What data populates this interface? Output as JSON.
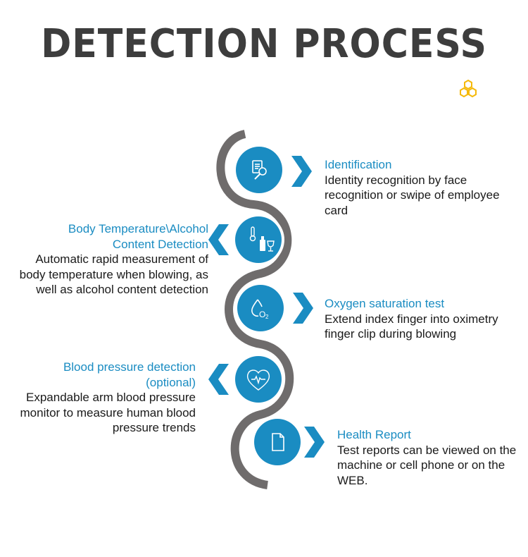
{
  "title": "DETECTION PROCESS",
  "logo_icon": "honeycomb-icon",
  "colors": {
    "accent": "#1a8cc2",
    "path": "#6f6c6c",
    "title": "#3d3d3d",
    "logo": "#f5b90a",
    "text": "#1a1a1a"
  },
  "steps": [
    {
      "icon": "document-search-icon",
      "side": "right",
      "title": "Identification",
      "description": "Identity recognition by face recognition or swipe of employee card"
    },
    {
      "icon": "thermometer-bottle-glass-icon",
      "side": "left",
      "title": "Body Temperature\\Alcohol Content Detection",
      "description": "Automatic rapid measurement of body temperature when blowing, as well as alcohol content detection"
    },
    {
      "icon": "oxygen-drop-icon",
      "side": "right",
      "title": "Oxygen saturation test",
      "description": "Extend index finger into oximetry finger clip during blowing"
    },
    {
      "icon": "heart-pulse-icon",
      "side": "left",
      "title": "Blood pressure detection (optional)",
      "description": "Expandable arm blood pressure monitor to measure human blood pressure trends"
    },
    {
      "icon": "document-icon",
      "side": "right",
      "title": "Health Report",
      "description": "Test reports can be viewed on the machine or cell phone or on the WEB."
    }
  ]
}
